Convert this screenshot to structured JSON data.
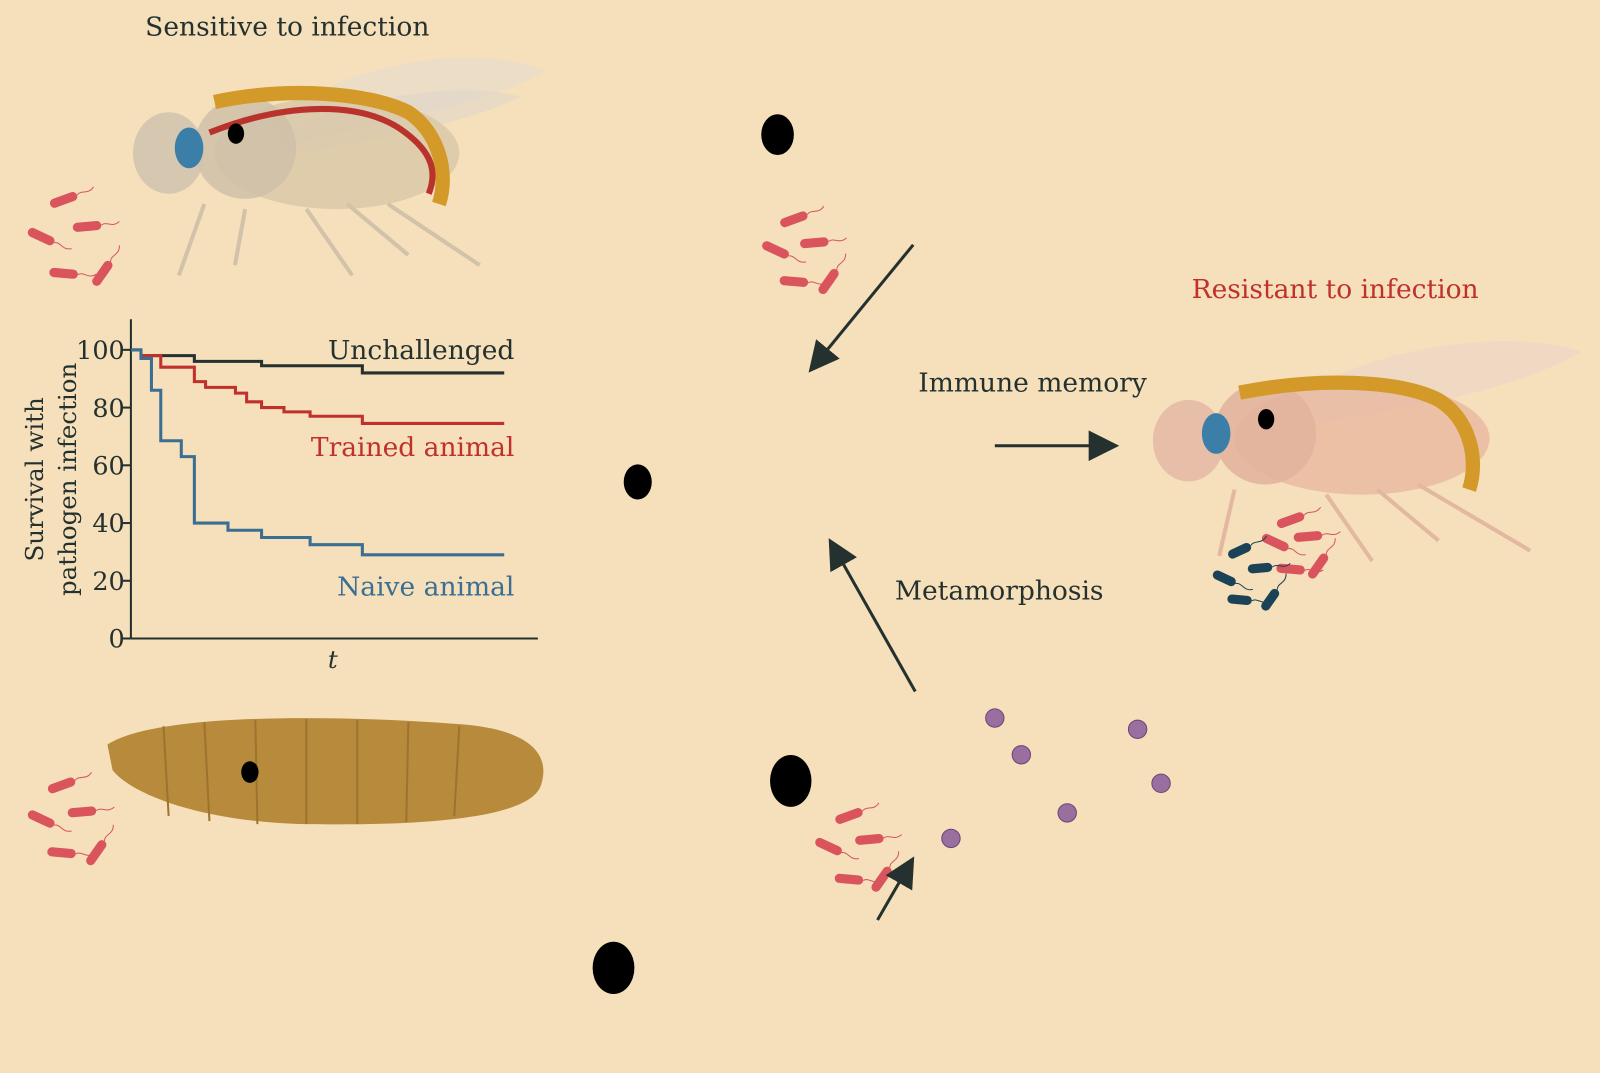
{
  "labels": {
    "sensitive": "Sensitive to infection",
    "resistant": "Resistant to infection",
    "immune_memory": "Immune memory",
    "metamorphosis": "Metamorphosis"
  },
  "colors": {
    "background": "#f5e0bb",
    "unchallenged": "#25312f",
    "trained": "#c0312c",
    "naive": "#3a6e92",
    "gut_green": "#2f6b34",
    "gut_red": "#c2472a",
    "gut_pale": "#efc8ae",
    "bacteria": "#d9545c",
    "bacteria_dark": "#1c4256"
  },
  "chart_data": {
    "type": "line",
    "step": true,
    "title": "",
    "xlabel": "t",
    "ylabel_lines": [
      "Survival with",
      "pathogen infection"
    ],
    "ylim": [
      0,
      110
    ],
    "xlim": [
      0,
      10.8
    ],
    "yticks": [
      "0",
      "20",
      "40",
      "60",
      "80",
      "100"
    ],
    "ytick_values": [
      0,
      20,
      40,
      60,
      80,
      100
    ],
    "series": [
      {
        "name": "Unchallenged",
        "color": "#25312f",
        "x": [
          0,
          0.27,
          1.7,
          3.5,
          4.8,
          6.2,
          10
        ],
        "y": [
          100,
          98,
          96,
          94.5,
          94.5,
          92,
          92
        ]
      },
      {
        "name": "Trained animal",
        "color": "#c0312c",
        "x": [
          0.27,
          0.8,
          1.7,
          2.0,
          2.8,
          3.1,
          3.5,
          4.1,
          4.8,
          6.2,
          10
        ],
        "y": [
          98,
          94,
          89,
          87,
          85,
          82,
          80,
          78.5,
          77,
          74.5,
          74.5
        ]
      },
      {
        "name": "Naive animal",
        "color": "#3a6e92",
        "x": [
          0,
          0.27,
          0.55,
          0.8,
          1.35,
          1.7,
          2.6,
          3.5,
          4.8,
          6.2,
          10
        ],
        "y": [
          100,
          97,
          86,
          68.5,
          63,
          40,
          37.5,
          35,
          32.5,
          29,
          29
        ]
      }
    ]
  }
}
